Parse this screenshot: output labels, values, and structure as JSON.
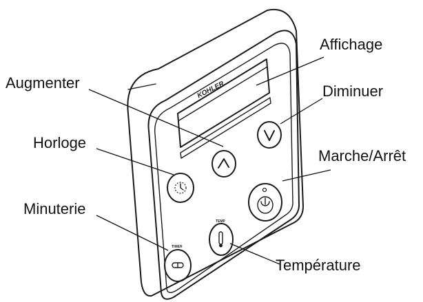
{
  "device": {
    "brand": "KOHLER",
    "timer_caption": "TIMER",
    "temp_caption": "TEMP"
  },
  "callouts": {
    "display": "Affichage",
    "increase": "Augmenter",
    "decrease": "Diminuer",
    "clock": "Horloge",
    "power": "Marche/Arrêt",
    "timer": "Minuterie",
    "temperature": "Température"
  },
  "icons": {
    "increase": "chevron-up-icon",
    "decrease": "chevron-down-icon",
    "clock": "clock-icon",
    "power": "power-icon",
    "timer": "timer-icon",
    "temperature": "thermometer-icon"
  }
}
